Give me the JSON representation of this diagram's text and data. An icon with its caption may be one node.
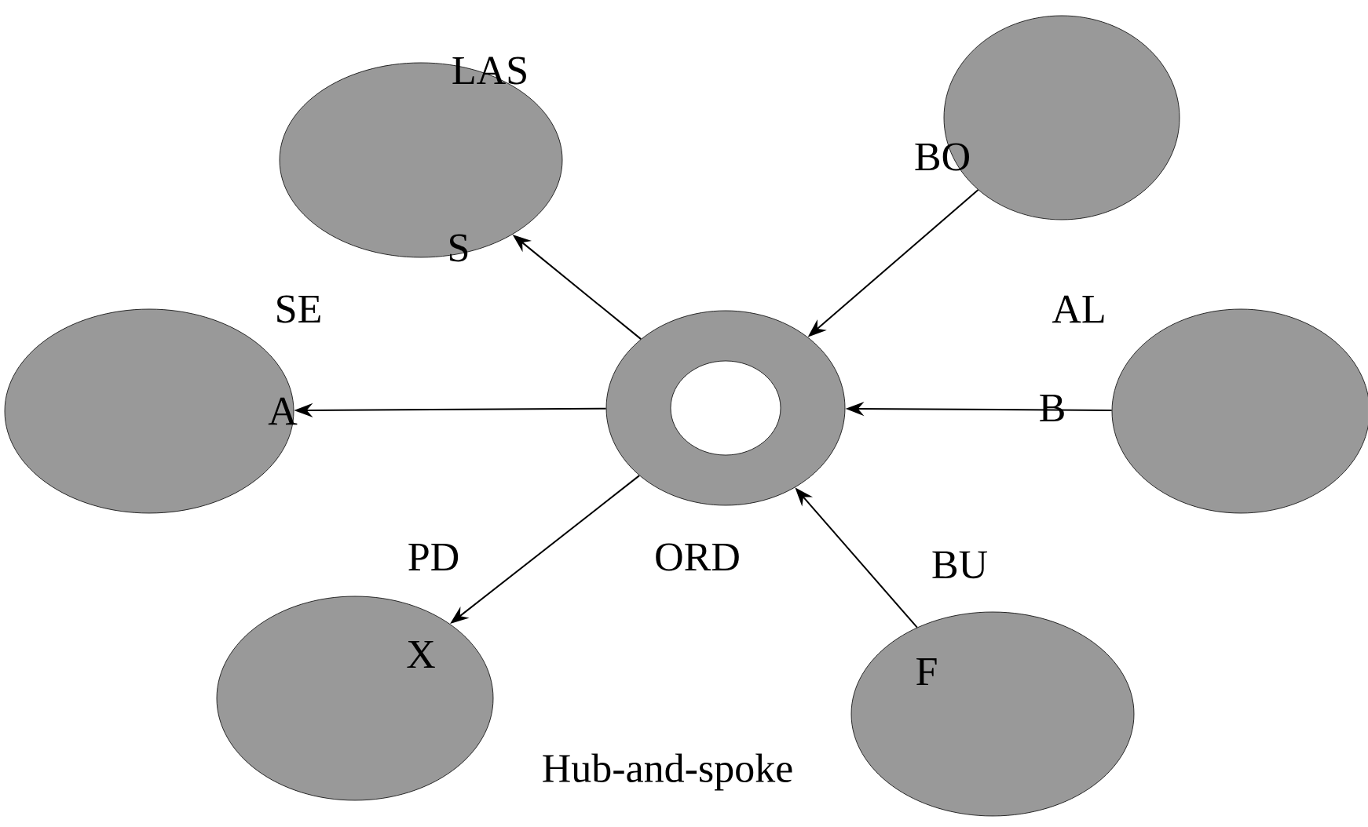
{
  "diagram": {
    "caption": "Hub-and-spoke",
    "nodes": [
      {
        "text": [],
        "shape": "circle",
        "beside": [
          "ORD"
        ]
      },
      {
        "text": [
          "LAS",
          "S"
        ]
      },
      {
        "text": [
          "BO"
        ]
      },
      {
        "text": [
          "SE",
          "A"
        ]
      },
      {
        "text": [
          "AL",
          "B"
        ]
      },
      {
        "text": [
          "PD",
          "X"
        ]
      },
      {
        "text": [
          "BU",
          "F"
        ]
      }
    ],
    "edges": [
      {
        "from": 0,
        "to": 1,
        "arrow": "to"
      },
      {
        "from": 2,
        "to": 0,
        "arrow": "to"
      },
      {
        "from": 0,
        "to": 3,
        "arrow": "to"
      },
      {
        "from": 4,
        "to": 0,
        "arrow": "to"
      },
      {
        "from": 0,
        "to": 5,
        "arrow": "to"
      },
      {
        "from": 6,
        "to": 0,
        "arrow": "to"
      }
    ]
  }
}
